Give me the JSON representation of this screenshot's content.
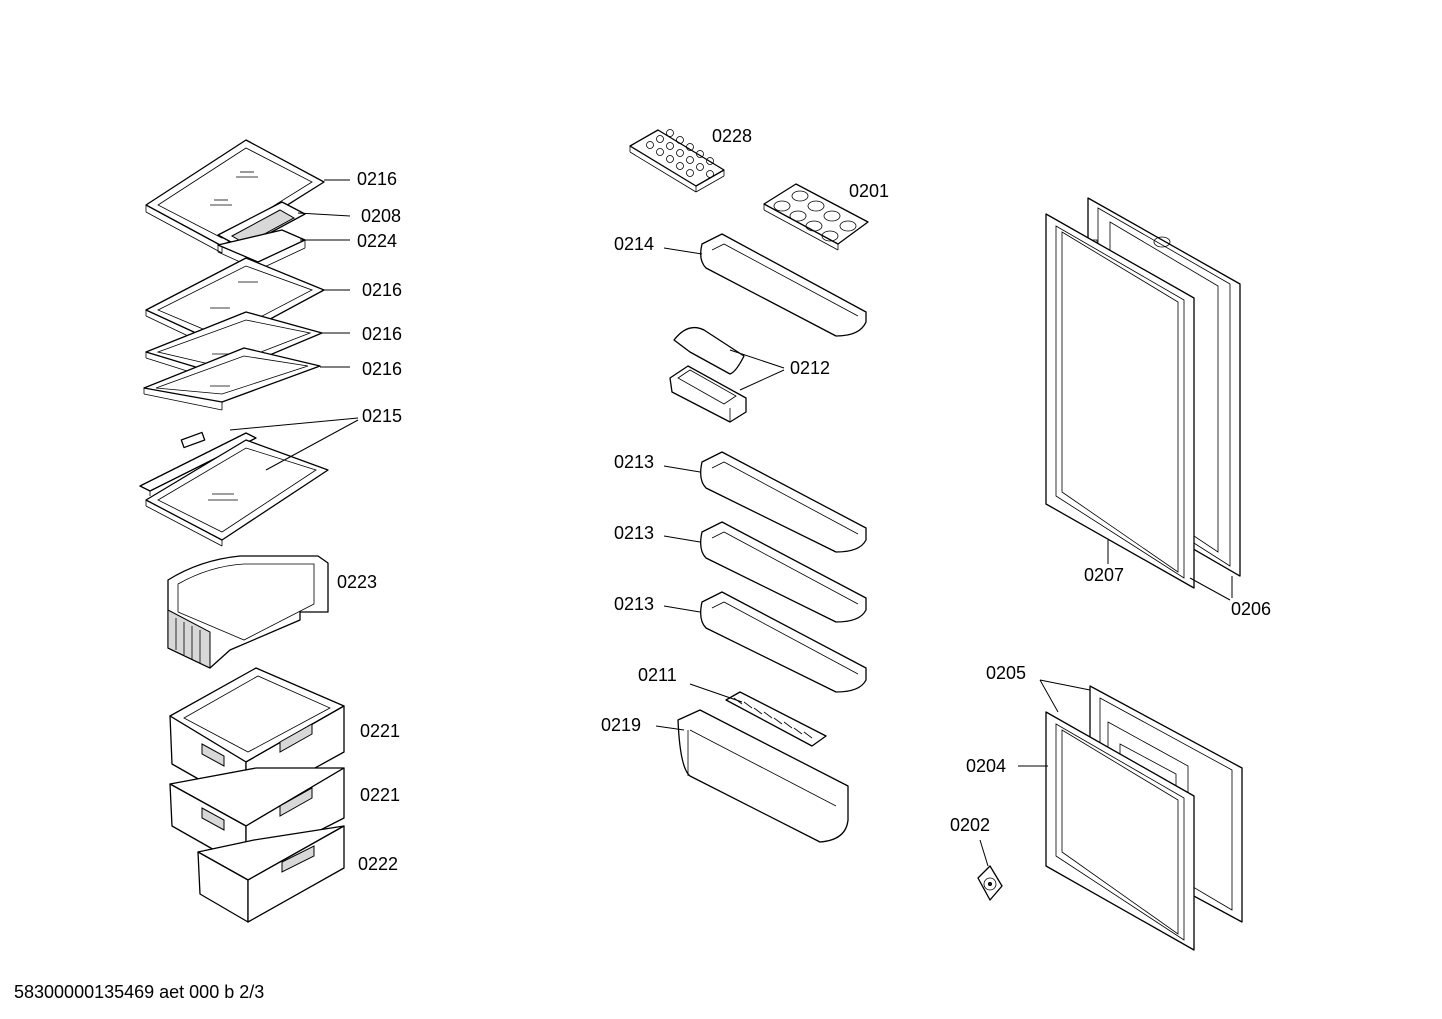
{
  "labels": {
    "l0216a": "0216",
    "l0208": "0208",
    "l0224": "0224",
    "l0216b": "0216",
    "l0216c": "0216",
    "l0216d": "0216",
    "l0215": "0215",
    "l0223": "0223",
    "l0221a": "0221",
    "l0221b": "0221",
    "l0222": "0222",
    "l0228": "0228",
    "l0201": "0201",
    "l0214": "0214",
    "l0212": "0212",
    "l0213a": "0213",
    "l0213b": "0213",
    "l0213c": "0213",
    "l0211": "0211",
    "l0219": "0219",
    "l0207": "0207",
    "l0206": "0206",
    "l0205": "0205",
    "l0204": "0204",
    "l0202": "0202"
  },
  "footer": "58300000135469 aet 000 b 2/3"
}
